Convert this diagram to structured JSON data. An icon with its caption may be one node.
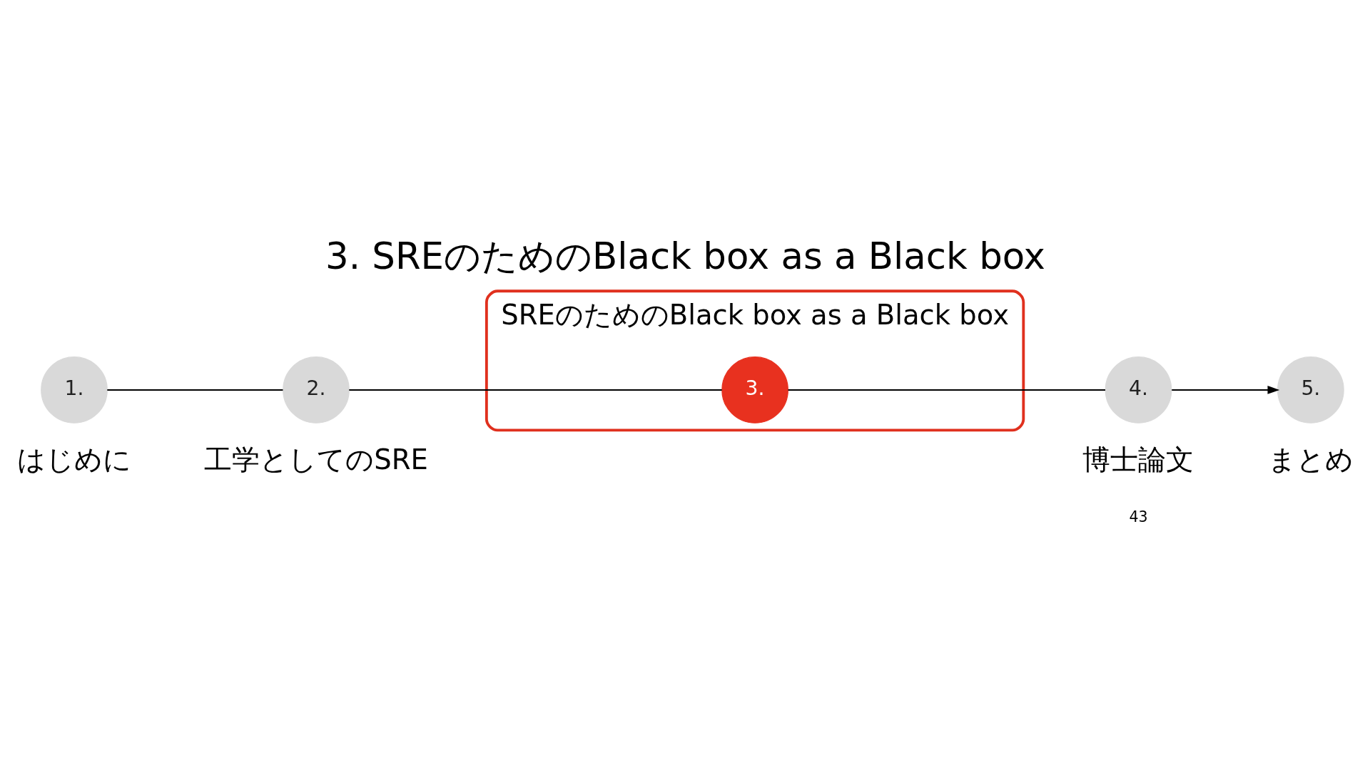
{
  "diagram": {
    "title": "3. SREのためのBlack box as a Black box",
    "nodes": [
      {
        "text": [
          "1."
        ],
        "beside": [
          "はじめに"
        ]
      },
      {
        "text": [
          "2."
        ],
        "beside": [
          "工学としてのSRE"
        ]
      },
      {
        "text": [],
        "shape": "box"
      },
      {
        "text": [
          "3."
        ],
        "in": 2,
        "beside": [
          "SREのためのBlack box as a Black box"
        ]
      },
      {
        "text": [
          "4."
        ],
        "beside": [
          "博士論文"
        ]
      },
      {
        "text": [
          "5."
        ],
        "beside": [
          "まとめ"
        ]
      }
    ],
    "edges": [
      {
        "from": 0,
        "to": 1,
        "arrow": "none"
      },
      {
        "from": 1,
        "to": 3,
        "arrow": "none"
      },
      {
        "from": 3,
        "to": 4,
        "arrow": "none"
      },
      {
        "from": 4,
        "to": 5,
        "arrow": "to"
      }
    ],
    "labels": [
      "43"
    ]
  }
}
